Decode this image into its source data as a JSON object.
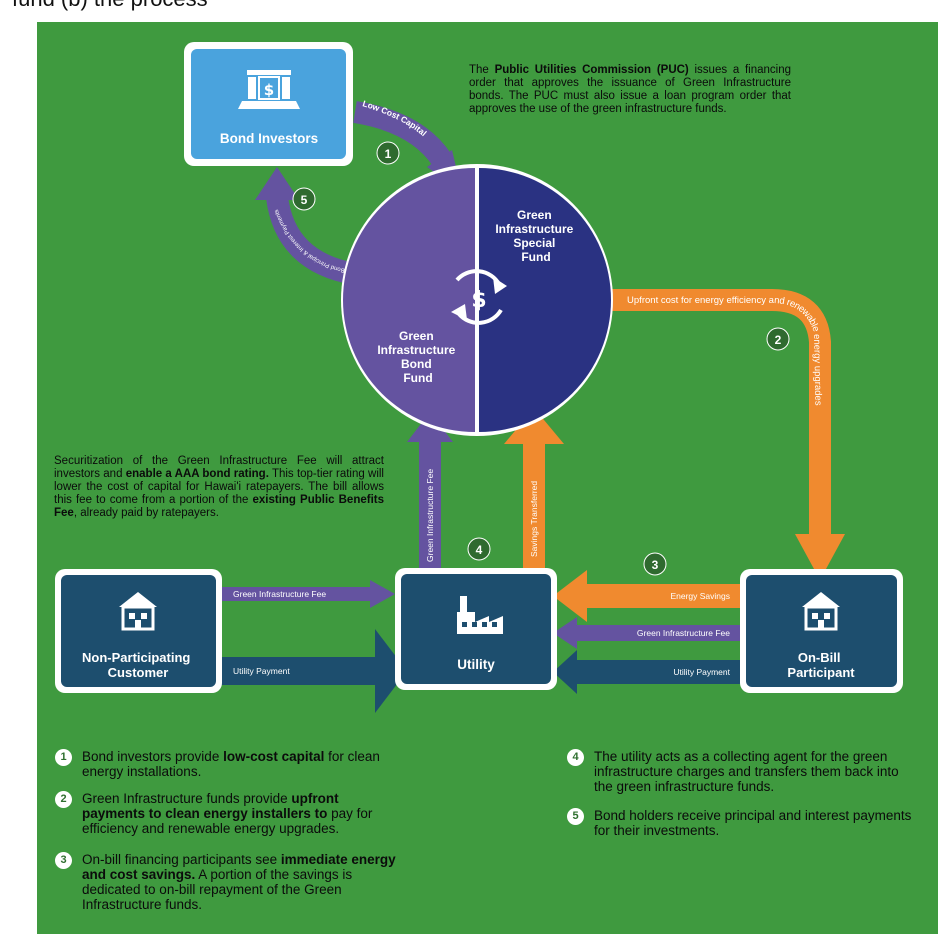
{
  "caption": "fund (b) the process",
  "nodes": {
    "bond_investors": "Bond Investors",
    "non_participating": [
      "Non-Participating",
      "Customer"
    ],
    "utility": "Utility",
    "on_bill": [
      "On-Bill",
      "Participant"
    ]
  },
  "funds": {
    "special": [
      "Green",
      "Infrastructure",
      "Special",
      "Fund"
    ],
    "bond": [
      "Green",
      "Infrastructure",
      "Bond",
      "Fund"
    ]
  },
  "flows": {
    "low_cost_capital": "Low Cost Capital",
    "bond_principal": "Bond Principal & Interest Payments",
    "upfront_cost": "Upfront cost for energy efficiency and renewable energy upgrades",
    "gi_fee_vertical": "Green Infrastructure Fee",
    "savings_transferred": "Savings Transferred",
    "gi_fee_left": "Green Infrastructure Fee",
    "utility_payment_left": "Utility Payment",
    "energy_savings": "Energy Savings",
    "gi_fee_right": "Green Infrastructure Fee",
    "utility_payment_right": "Utility Payment"
  },
  "markers": [
    "1",
    "2",
    "3",
    "4",
    "5"
  ],
  "notes": {
    "puc": {
      "p1": "The ",
      "b1": "Public Utilities Commission (PUC)",
      "p2": " issues a financing order that approves the issuance of Green Infrastructure bonds. The PUC must also issue a loan program order that approves the use of the green infrastructure funds."
    },
    "securitization": {
      "p1": "Securitization of the Green Infrastructure Fee will attract investors and ",
      "b1": "enable a AAA bond rating.",
      "p2": " This top-tier rating will lower the cost of capital for Hawai'i ratepayers. The bill allows this fee to come from a portion of the ",
      "b2": "existing Public Benefits Fee",
      "p3": ", already paid by ratepayers."
    }
  },
  "legend": [
    {
      "num": "1",
      "p1": "Bond investors provide ",
      "b1": "low-cost capital",
      "p2": " for clean energy installations."
    },
    {
      "num": "2",
      "p1": "Green Infrastructure funds provide ",
      "b1": "upfront payments to clean energy installers to",
      "p2": " pay for efficiency and renewable energy upgrades."
    },
    {
      "num": "3",
      "p1": "On-bill financing participants see ",
      "b1": "immediate energy and cost savings.",
      "p2": " A portion of the savings is dedicated to on-bill repayment of the Green Infrastructure funds."
    },
    {
      "num": "4",
      "p1": "The utility acts as a collecting agent for the green infrastructure charges and transfers them back into the green infrastructure funds.",
      "b1": "",
      "p2": ""
    },
    {
      "num": "5",
      "p1": "Bond holders receive principal and interest payments for their investments.",
      "b1": "",
      "p2": ""
    }
  ],
  "colors": {
    "background": "#3f9a3f",
    "navy": "#1d4e6e",
    "light_blue": "#4aa3dd",
    "purple": "#6453a0",
    "dark_blue": "#2a3282",
    "orange": "#f08a2f"
  }
}
